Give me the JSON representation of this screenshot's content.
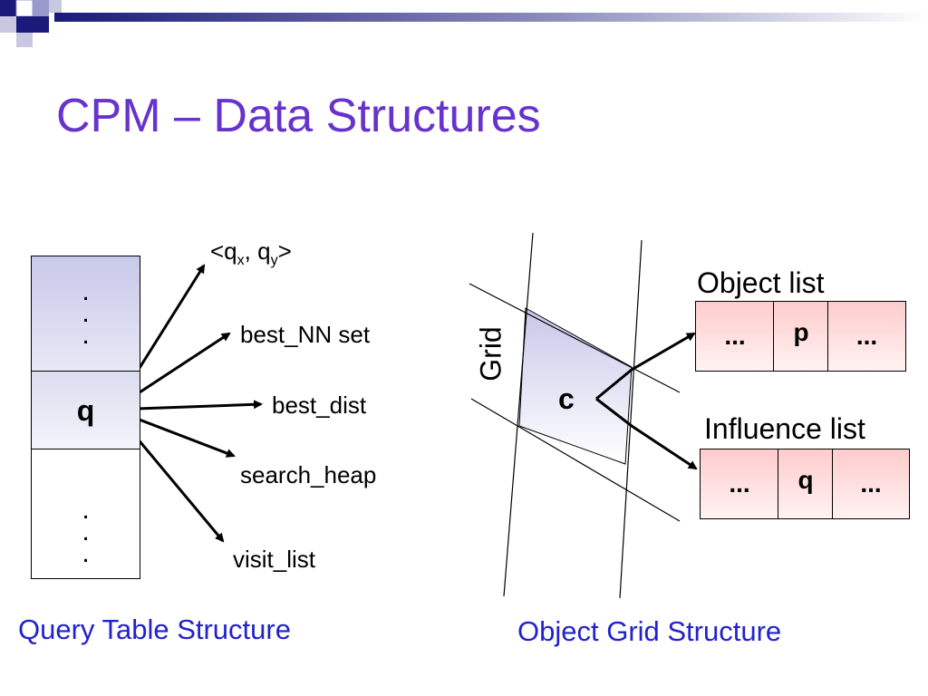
{
  "slide": {
    "title": "CPM – Data Structures",
    "accent_color": "#6633cc",
    "caption_color": "#2222cc"
  },
  "query_table": {
    "top_dots": [
      ".",
      ".",
      "."
    ],
    "row_label": "q",
    "bottom_dots": [
      ".",
      ".",
      "."
    ],
    "fields": {
      "coord_open": "<q",
      "coord_sub_x": "x",
      "coord_mid": ", q",
      "coord_sub_y": "y",
      "coord_close": ">",
      "best_nn": "best_NN set",
      "best_dist": "best_dist",
      "search_heap": "search_heap",
      "visit_list": "visit_list"
    },
    "caption": "Query Table Structure"
  },
  "object_grid": {
    "grid_label": "Grid",
    "cell_label": "c",
    "object_list": {
      "title": "Object list",
      "cells": [
        "...",
        "p",
        "..."
      ]
    },
    "influence_list": {
      "title": "Influence list",
      "cells": [
        "...",
        "q",
        "..."
      ]
    },
    "caption": "Object Grid Structure"
  }
}
